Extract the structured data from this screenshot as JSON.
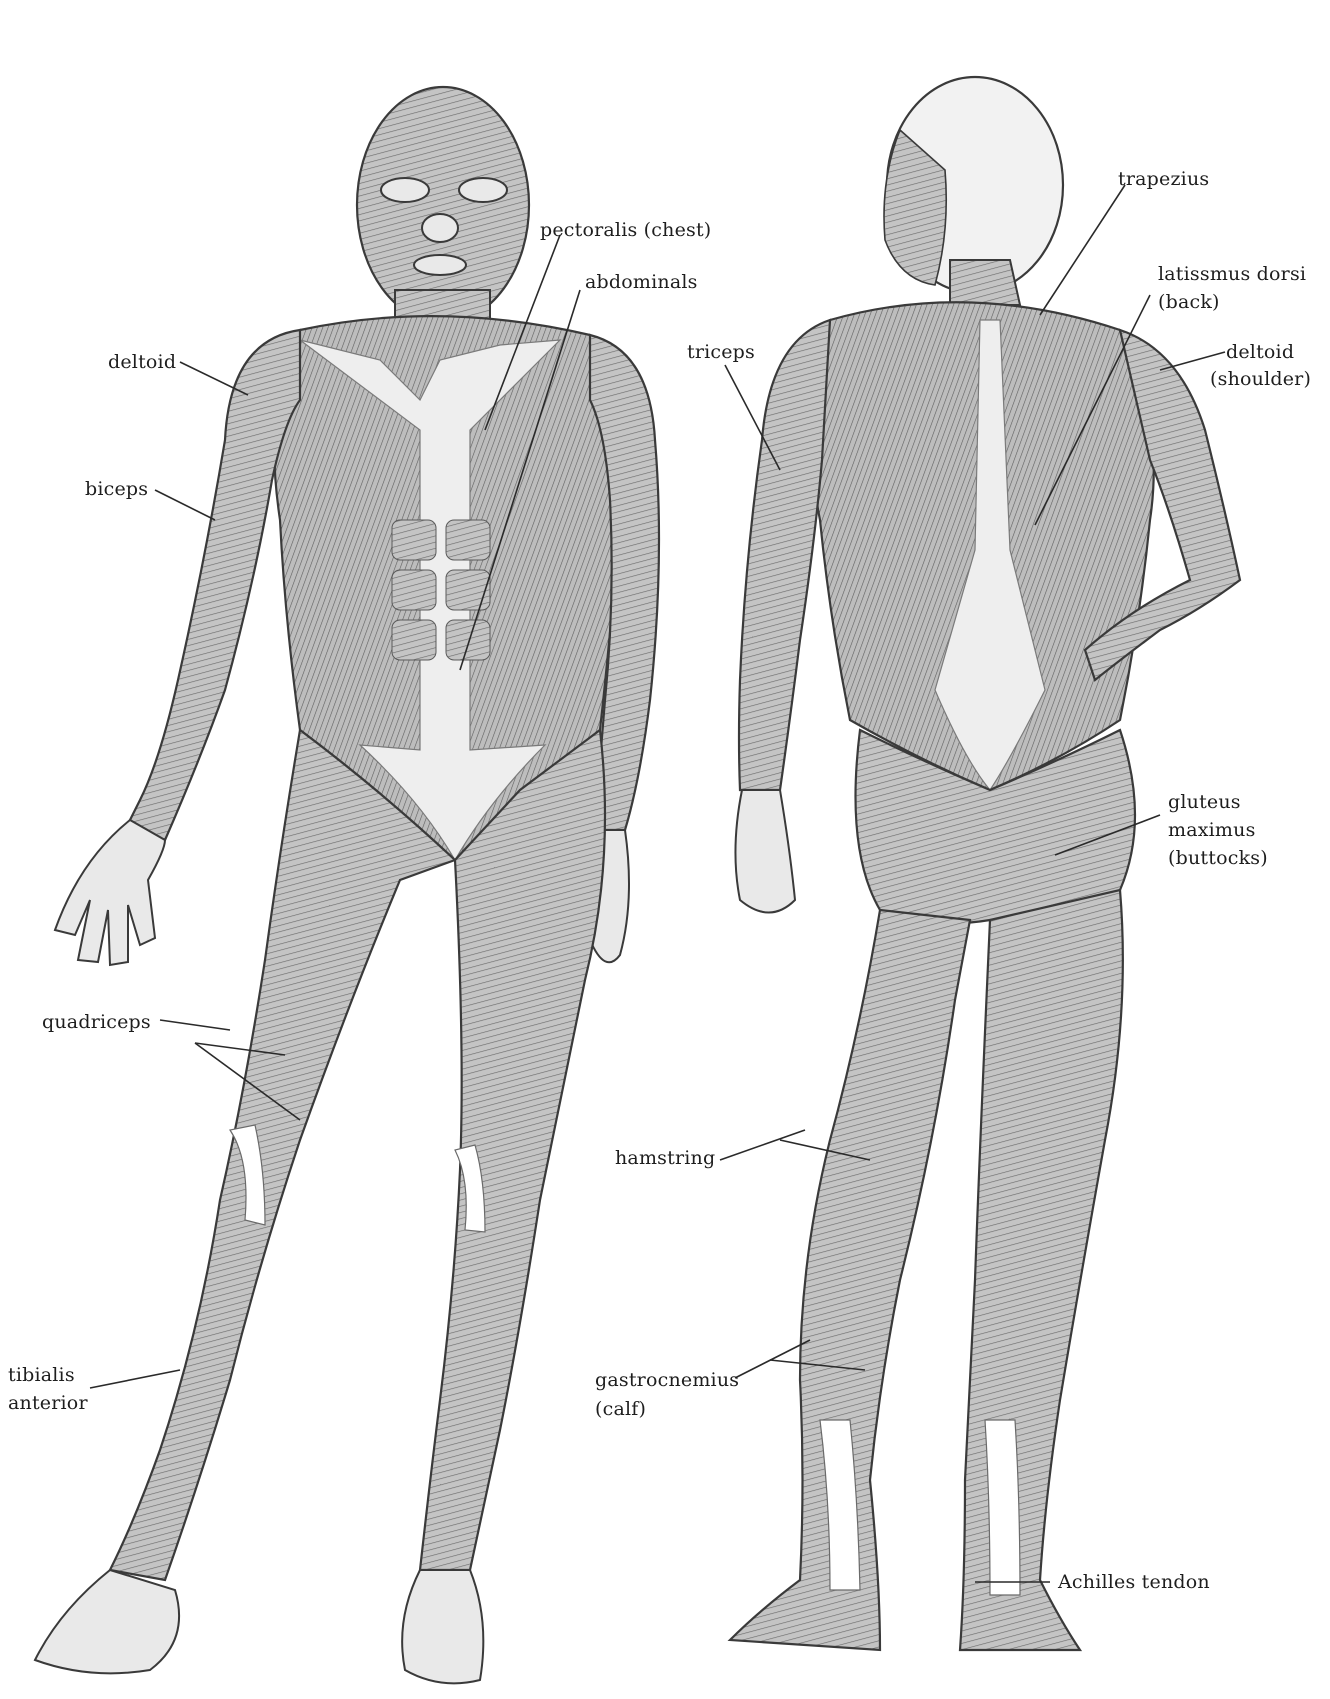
{
  "labels": {
    "pectoralis": "pectoralis (chest)",
    "abdominals": "abdominals",
    "deltoid_front": "deltoid",
    "biceps": "biceps",
    "quadriceps": "quadriceps",
    "tibialis_1": "tibialis",
    "tibialis_2": "anterior",
    "trapezius": "trapezius",
    "latissimus_1": "latissmus dorsi",
    "latissimus_2": "(back)",
    "triceps": "triceps",
    "deltoid_back_1": "deltoid",
    "deltoid_back_2": "(shoulder)",
    "gluteus_1": "gluteus",
    "gluteus_2": "maximus",
    "gluteus_3": "(buttocks)",
    "hamstring": "hamstring",
    "gastrocnemius_1": "gastrocnemius",
    "gastrocnemius_2": "(calf)",
    "achilles": "Achilles tendon"
  },
  "colors": {
    "ink": "#1e1e1e",
    "muscle": "#b9b9b9",
    "tendon": "#ffffff"
  }
}
